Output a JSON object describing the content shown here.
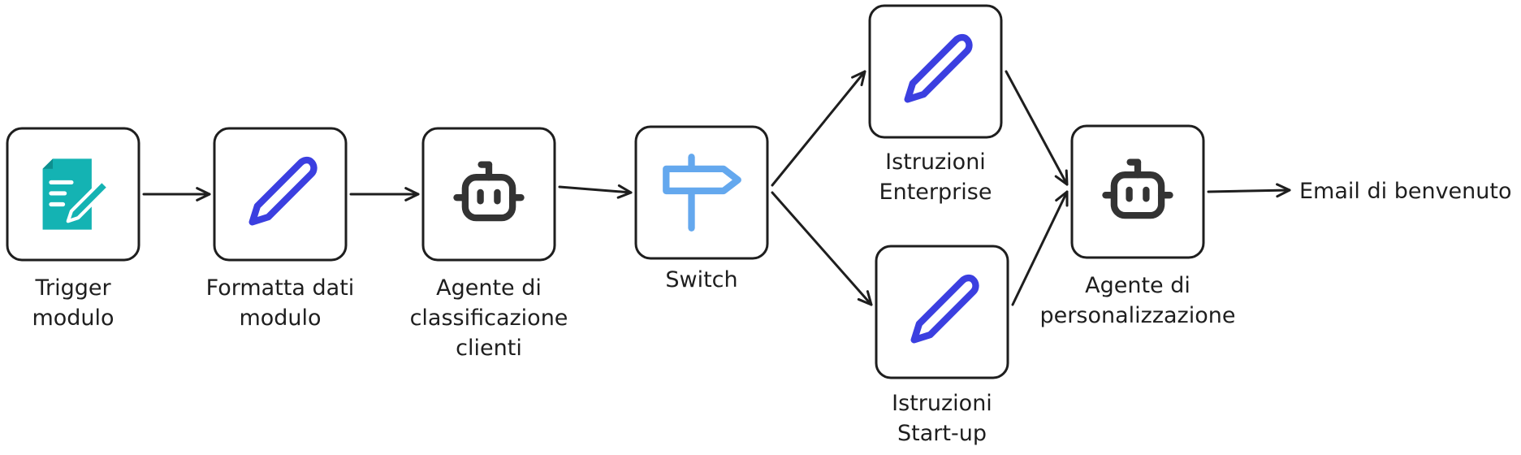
{
  "nodes": [
    {
      "id": "trigger",
      "icon": "form-edit-icon",
      "label": [
        "Trigger",
        "modulo"
      ]
    },
    {
      "id": "format",
      "icon": "pencil-icon",
      "label": [
        "Formatta dati",
        "modulo"
      ]
    },
    {
      "id": "classify",
      "icon": "robot-icon",
      "label": [
        "Agente di",
        "classificazione",
        "clienti"
      ]
    },
    {
      "id": "switch",
      "icon": "signpost-icon",
      "label": [
        "Switch"
      ]
    },
    {
      "id": "enterprise",
      "icon": "pencil-icon",
      "label": [
        "Istruzioni",
        "Enterprise"
      ]
    },
    {
      "id": "startup",
      "icon": "pencil-icon",
      "label": [
        "Istruzioni",
        "Start-up"
      ]
    },
    {
      "id": "personalize",
      "icon": "robot-icon",
      "label": [
        "Agente di",
        "personalizzazione"
      ]
    }
  ],
  "edges": [
    {
      "from": "trigger",
      "to": "format"
    },
    {
      "from": "format",
      "to": "classify"
    },
    {
      "from": "classify",
      "to": "switch"
    },
    {
      "from": "switch",
      "to": "enterprise"
    },
    {
      "from": "switch",
      "to": "startup"
    },
    {
      "from": "enterprise",
      "to": "personalize"
    },
    {
      "from": "startup",
      "to": "personalize"
    },
    {
      "from": "personalize",
      "to": "output"
    }
  ],
  "output": {
    "id": "output",
    "label": "Email di benvenuto"
  },
  "colors": {
    "stroke": "#1e1e1e",
    "pencil": "#3b3fe0",
    "form": "#14b3b3",
    "signpost": "#64a8ee",
    "robot": "#333333"
  }
}
